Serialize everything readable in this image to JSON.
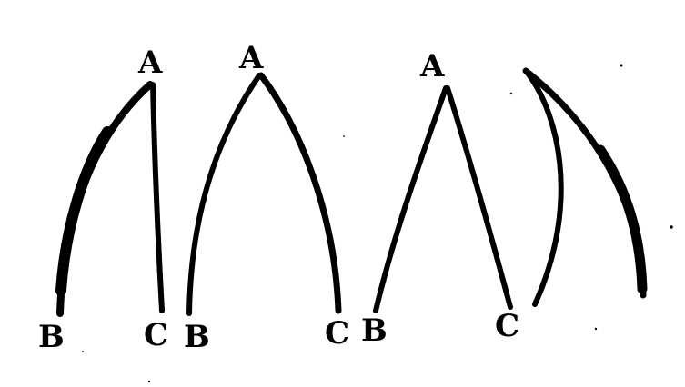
{
  "figures": [
    {
      "id": "figure-1",
      "apex_label": "A",
      "left_label": "B",
      "right_label": "C",
      "description_shape": "left curve, right straight"
    },
    {
      "id": "figure-2",
      "apex_label": "A",
      "left_label": "B",
      "right_label": "C",
      "description_shape": "both curved"
    },
    {
      "id": "figure-3",
      "apex_label": "A",
      "left_label": "B",
      "right_label": "C",
      "description_shape": "both straight"
    },
    {
      "id": "figure-4",
      "apex_label": "",
      "left_label": "",
      "right_label": "",
      "description_shape": "unlabeled curved pair"
    }
  ],
  "colors": {
    "ink": "#000000",
    "paper": "#ffffff"
  }
}
